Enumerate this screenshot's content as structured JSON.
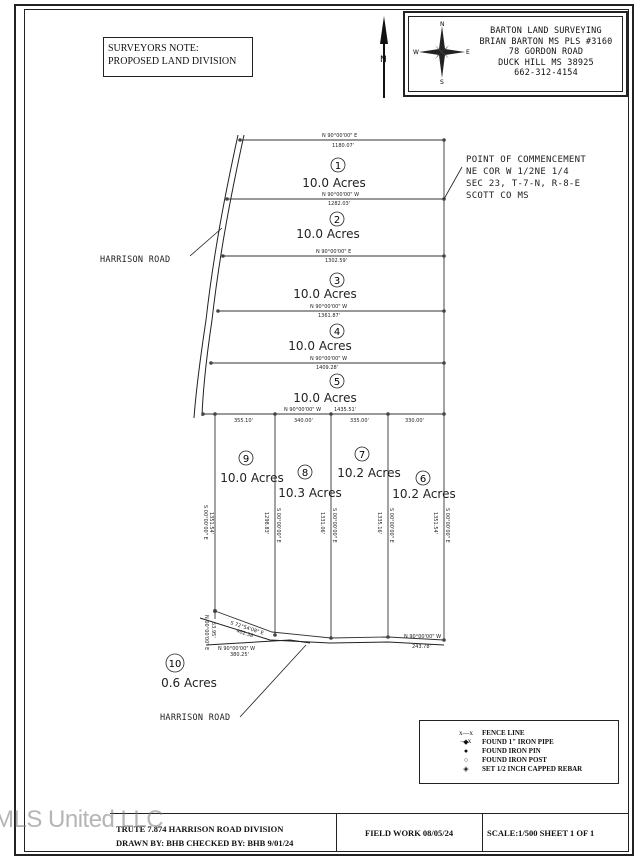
{
  "surveyors_note": [
    "SURVEYORS NOTE:",
    "PROPOSED LAND DIVISION"
  ],
  "title_block": {
    "company": "BARTON LAND SURVEYING",
    "surveyor": "BRIAN BARTON MS PLS #3160",
    "address": "78 GORDON ROAD",
    "city": "DUCK HILL MS 38925",
    "phone": "662-312-4154",
    "compass": {
      "n": "N",
      "s": "S",
      "e": "E",
      "w": "W"
    }
  },
  "north_arrow_label": "N",
  "point_of_commencement": [
    "POINT OF COMMENCEMENT",
    "NE COR W 1/2NE 1/4",
    "SEC 23, T-7-N, R-8-E",
    "SCOTT CO MS"
  ],
  "roads": [
    "HARRISON ROAD",
    "HARRISON ROAD"
  ],
  "parcels": [
    {
      "number": "1",
      "acres": "10.0 Acres"
    },
    {
      "number": "2",
      "acres": "10.0 Acres"
    },
    {
      "number": "3",
      "acres": "10.0 Acres"
    },
    {
      "number": "4",
      "acres": "10.0 Acres"
    },
    {
      "number": "5",
      "acres": "10.0 Acres"
    },
    {
      "number": "6",
      "acres": "10.2 Acres"
    },
    {
      "number": "7",
      "acres": "10.2 Acres"
    },
    {
      "number": "8",
      "acres": "10.3 Acres"
    },
    {
      "number": "9",
      "acres": "10.0 Acres"
    },
    {
      "number": "10",
      "acres": "0.6 Acres"
    }
  ],
  "boundary_labels": {
    "line1_bearing": "N 90°00'00\" E",
    "line1_dist": "1180.07'",
    "line2_bearing": "N 90°00'00\" W",
    "line2_dist": "1282.03'",
    "line3_bearing": "N 90°00'00\" E",
    "line3_dist": "1302.59'",
    "line4_bearing": "N 90°00'00\" W",
    "line4_dist": "1361.87'",
    "line5_bearing": "N 90°00'00\" W",
    "line5_dist": "1409.28'",
    "line6_bearing": "N 90°00'00\" W",
    "line6_dist": "1435.51'",
    "seg_a": "355.10'",
    "seg_b": "340.00'",
    "seg_c": "335.00'",
    "seg_d": "330.00'",
    "v1": "S 00°00'00\" E",
    "v1d": "1351.54'",
    "v2": "S 00°00'00\" E",
    "v2d": "1298.83'",
    "v3": "S 00°00'00\" E",
    "v3d": "1331.06'",
    "v4": "S 00°00'00\" E",
    "v4d": "1335.16'",
    "v5": "S 00°00'00\" E",
    "v5d": "1351.54'",
    "bottom_bearing": "N 90°00'00\" W",
    "bottom_dist": "243.78'",
    "p10_a": "S 72°54'08\" E",
    "p10_b": "402.38'",
    "p10_c": "N 90°00'00\" W",
    "p10_d": "380.25'",
    "p10_e": "N 00°00'00\" E",
    "p10_f": "53.95'"
  },
  "legend": [
    {
      "symbol": "x—x—x",
      "label": "FENCE LINE"
    },
    {
      "symbol": "◆",
      "label": "FOUND 1\" IRON PIPE"
    },
    {
      "symbol": "●",
      "label": "FOUND IRON PIN"
    },
    {
      "symbol": "○",
      "label": "FOUND IRON POST"
    },
    {
      "symbol": "◈",
      "label": "SET 1/2 INCH CAPPED REBAR"
    }
  ],
  "footer": {
    "project": "TRUTE 7.874 HARRISON ROAD DIVISION",
    "drawn": "DRAWN BY: BHB  CHECKED BY: BHB 9/01/24",
    "field_work": "FIELD WORK 08/05/24",
    "scale": "SCALE:1/500  SHEET 1 OF 1"
  },
  "watermark": "MLS United LLC"
}
